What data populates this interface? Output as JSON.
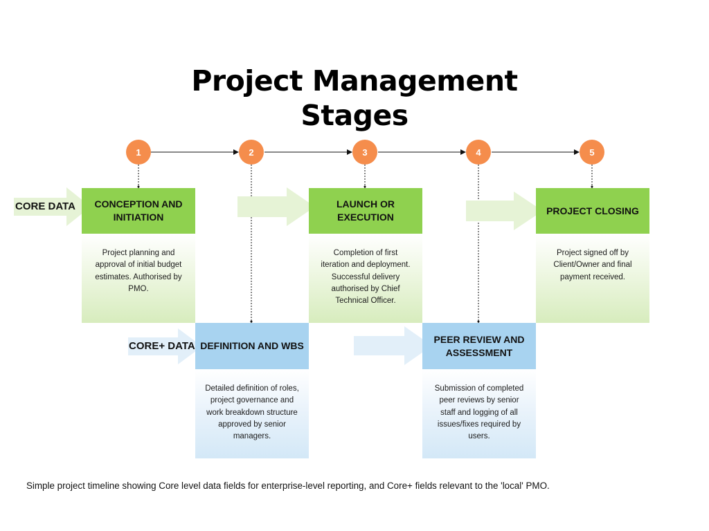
{
  "title": {
    "line1": "Project Management",
    "line2": "Stages"
  },
  "rows": {
    "core_label": "CORE DATA",
    "coreplus_label": "CORE+ DATA"
  },
  "stages": [
    {
      "number": "1",
      "title": "CONCEPTION AND INITIATION",
      "row": "core",
      "description": "Project planning and approval of initial budget estimates. Authorised by PMO."
    },
    {
      "number": "2",
      "title": "DEFINITION AND WBS",
      "row": "core+",
      "description": "Detailed definition of roles, project governance and work breakdown structure approved by senior managers."
    },
    {
      "number": "3",
      "title": "LAUNCH OR EXECUTION",
      "row": "core",
      "description": "Completion of first iteration and deployment. Successful delivery authorised by Chief Technical Officer."
    },
    {
      "number": "4",
      "title": "PEER REVIEW AND ASSESSMENT",
      "row": "core+",
      "description": "Submission of completed peer reviews by senior staff and logging of all issues/fixes required by users."
    },
    {
      "number": "5",
      "title": "PROJECT CLOSING",
      "row": "core",
      "description": "Project signed off by Client/Owner and final payment received."
    }
  ],
  "caption": "Simple project timeline showing Core level data fields for enterprise-level reporting, and Core+ fields relevant to the 'local' PMO.",
  "colors": {
    "circle": "#f58d4c",
    "core_header": "#8fd14f",
    "core_body": "#d7ecbd",
    "coreplus_header": "#a8d3f0",
    "coreplus_body": "#d3e8f7",
    "core_arrow": "#e6f3d6",
    "coreplus_arrow": "#e2eff9"
  }
}
